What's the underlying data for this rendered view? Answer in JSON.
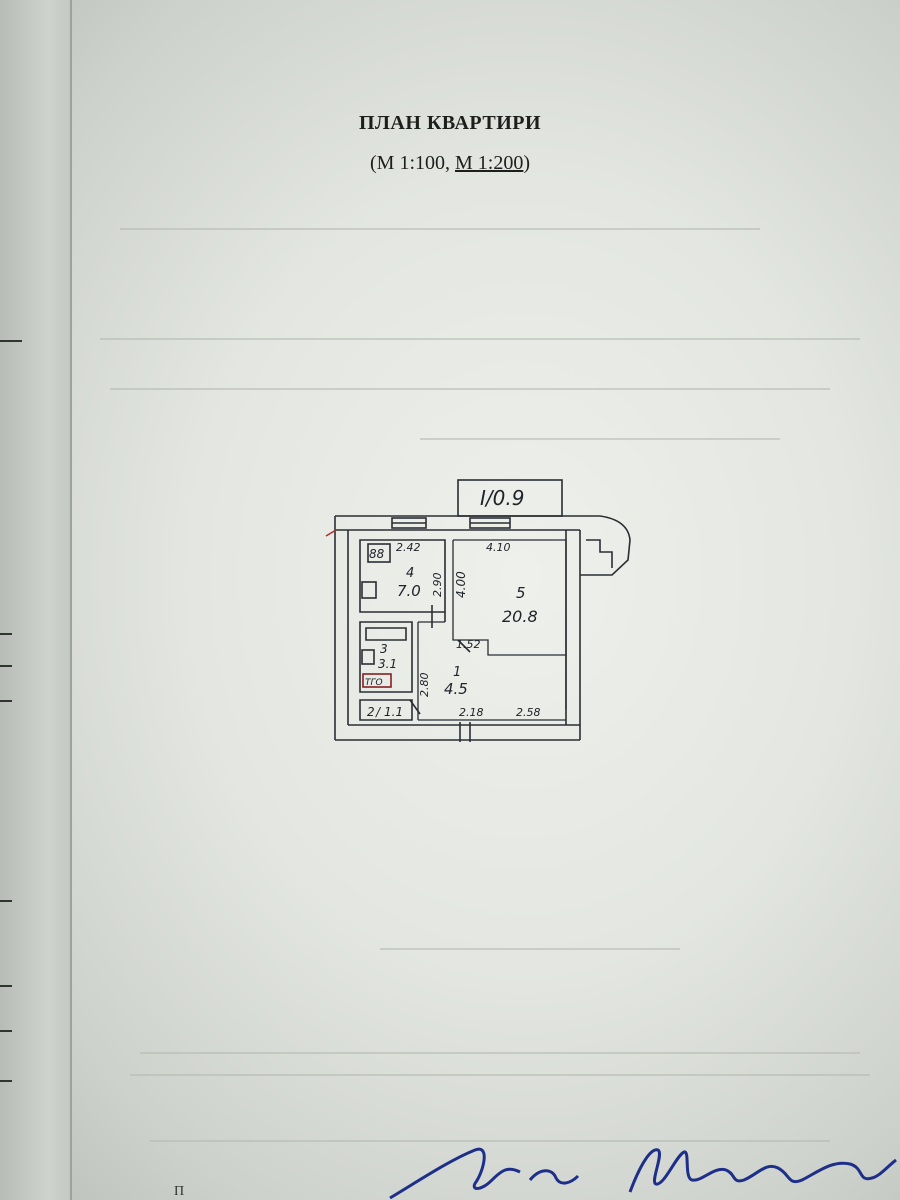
{
  "document": {
    "title": "ПЛАН КВАРТИРИ",
    "scale": {
      "open": "(",
      "option_1": "М 1:100,",
      "option_2": "М 1:200",
      "close": ")"
    },
    "selected_scale": "М 1:200"
  },
  "floor_plan": {
    "balcony": "I/0.9",
    "rooms": [
      {
        "number": "1",
        "area": "4.5"
      },
      {
        "number": "2",
        "area": "1.1"
      },
      {
        "number": "3",
        "area": "3.1"
      },
      {
        "number": "4",
        "area": "7.0"
      },
      {
        "number": "5",
        "area": "20.8"
      }
    ],
    "dimensions": {
      "kitchen_width": "2.42",
      "kitchen_length": "2.90",
      "living_length": "4.00",
      "living_top_width": "4.10",
      "living_bottom_width": "2.58",
      "hall_notch": "1.52",
      "hall_length": "2.80",
      "hall_width": "2.18"
    },
    "fixtures": {
      "stove": "88",
      "water_heater": "ТГО"
    }
  },
  "footer": {
    "partial_letter": "П"
  }
}
